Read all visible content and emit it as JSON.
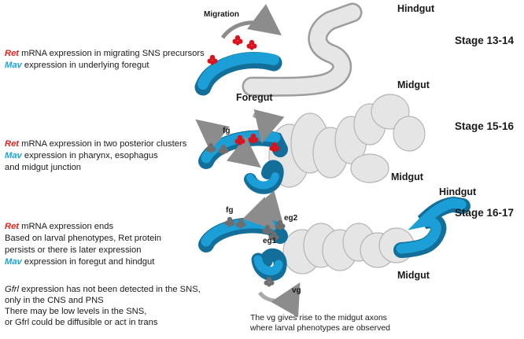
{
  "colors": {
    "ret": "#e0231b",
    "mav": "#1aa3d9",
    "foregut_blue": "#1b9fd6",
    "gut_gray": "#e3e3e3",
    "cell_red": "#d7141e",
    "cell_gray": "#6e6e6e"
  },
  "stages": [
    {
      "title": "Stage 13-14",
      "lines": [
        {
          "marker": "Ret",
          "text": " mRNA expression in migrating SNS precursors"
        },
        {
          "marker": "Mav",
          "text": " expression in underlying foregut"
        }
      ],
      "labels": {
        "migration": "Migration",
        "hindgut": "Hindgut",
        "midgut": "Midgut",
        "foregut": "Foregut"
      }
    },
    {
      "title": "Stage 15-16",
      "lines": [
        {
          "marker": "Ret",
          "text": " mRNA expression in two posterior clusters"
        },
        {
          "marker": "Mav",
          "text": " expression in pharynx, esophagus"
        },
        {
          "marker": "",
          "text": "and midgut junction"
        }
      ],
      "labels": {
        "fg": "fg",
        "midgut": "Midgut"
      }
    },
    {
      "title": "Stage 16-17",
      "lines": [
        {
          "marker": "Ret",
          "text": " mRNA expression ends"
        },
        {
          "marker": "",
          "text": "Based on larval phenotypes, Ret protein"
        },
        {
          "marker": "",
          "text": "persists or there is later expression"
        },
        {
          "marker": "Mav",
          "text": " expression in foregut and hindgut"
        }
      ],
      "labels": {
        "fg": "fg",
        "eg2": "eg2",
        "eg1": "eg1",
        "vg": "vg",
        "hindgut": "Hindgut",
        "midgut": "Midgut"
      }
    }
  ],
  "notes": {
    "gfrl": [
      {
        "italic": "Gfrl",
        "text": " expression has not been detected in the SNS,"
      },
      {
        "italic": "",
        "text": "only in the CNS and PNS"
      },
      {
        "italic": "",
        "text": "There may be low levels in the SNS,"
      },
      {
        "italic": "",
        "text": "or Gfrl could be diffusible or act in trans"
      }
    ],
    "vg": [
      "The vg gives rise to the midgut axons",
      "where larval phenotypes are observed"
    ]
  }
}
